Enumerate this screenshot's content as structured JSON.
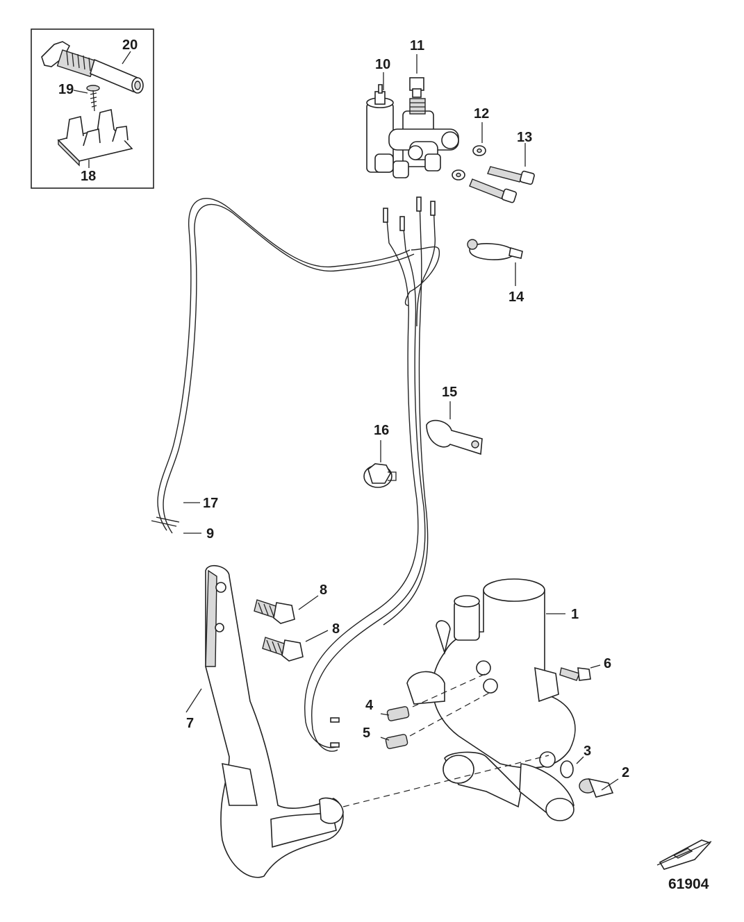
{
  "diagram": {
    "drawing_number": "61904",
    "callouts": {
      "c1": "1",
      "c2": "2",
      "c3": "3",
      "c4": "4",
      "c5": "5",
      "c6": "6",
      "c7": "7",
      "c8a": "8",
      "c8b": "8",
      "c9": "9",
      "c10": "10",
      "c11": "11",
      "c12": "12",
      "c13": "13",
      "c14": "14",
      "c15": "15",
      "c16": "16",
      "c17": "17",
      "c18": "18",
      "c19": "19",
      "c20": "20"
    }
  }
}
